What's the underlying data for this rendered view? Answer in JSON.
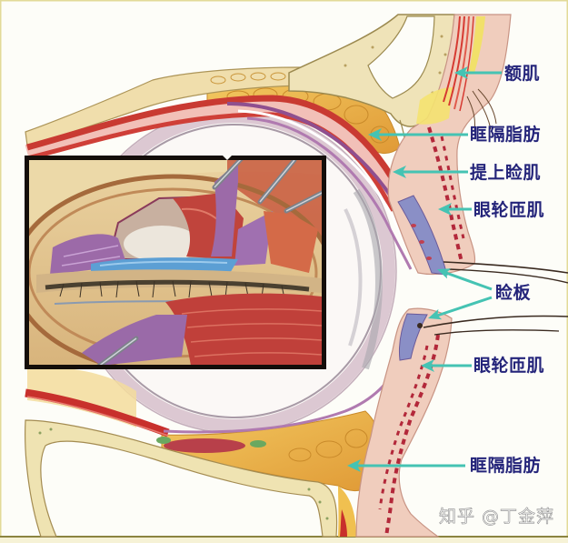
{
  "labels": [
    {
      "text": "额肌",
      "pointers": 1
    },
    {
      "text": "眶隔脂肪",
      "pointers": 1
    },
    {
      "text": "提上睑肌",
      "pointers": 1
    },
    {
      "text": "眼轮匝肌",
      "pointers": 1
    },
    {
      "text": "睑板",
      "pointers": 2
    },
    {
      "text": "眼轮匝肌",
      "pointers": 1
    },
    {
      "text": "眶隔脂肪",
      "pointers": 1
    }
  ],
  "inset": {
    "content": "surgical view of eyelid with retractors"
  },
  "watermark": {
    "text": "知乎 @丁金萍"
  },
  "colors": {
    "label_text": "#24247a",
    "arrow": "#45c3b3",
    "inset_border": "#140e0a",
    "muscle": "#c9302c",
    "fat": "#e9b043",
    "bone": "#efe3b2",
    "skin": "#f0cdbd",
    "levator": "#8f4f8f",
    "tarsus": "#8a8fc6"
  }
}
